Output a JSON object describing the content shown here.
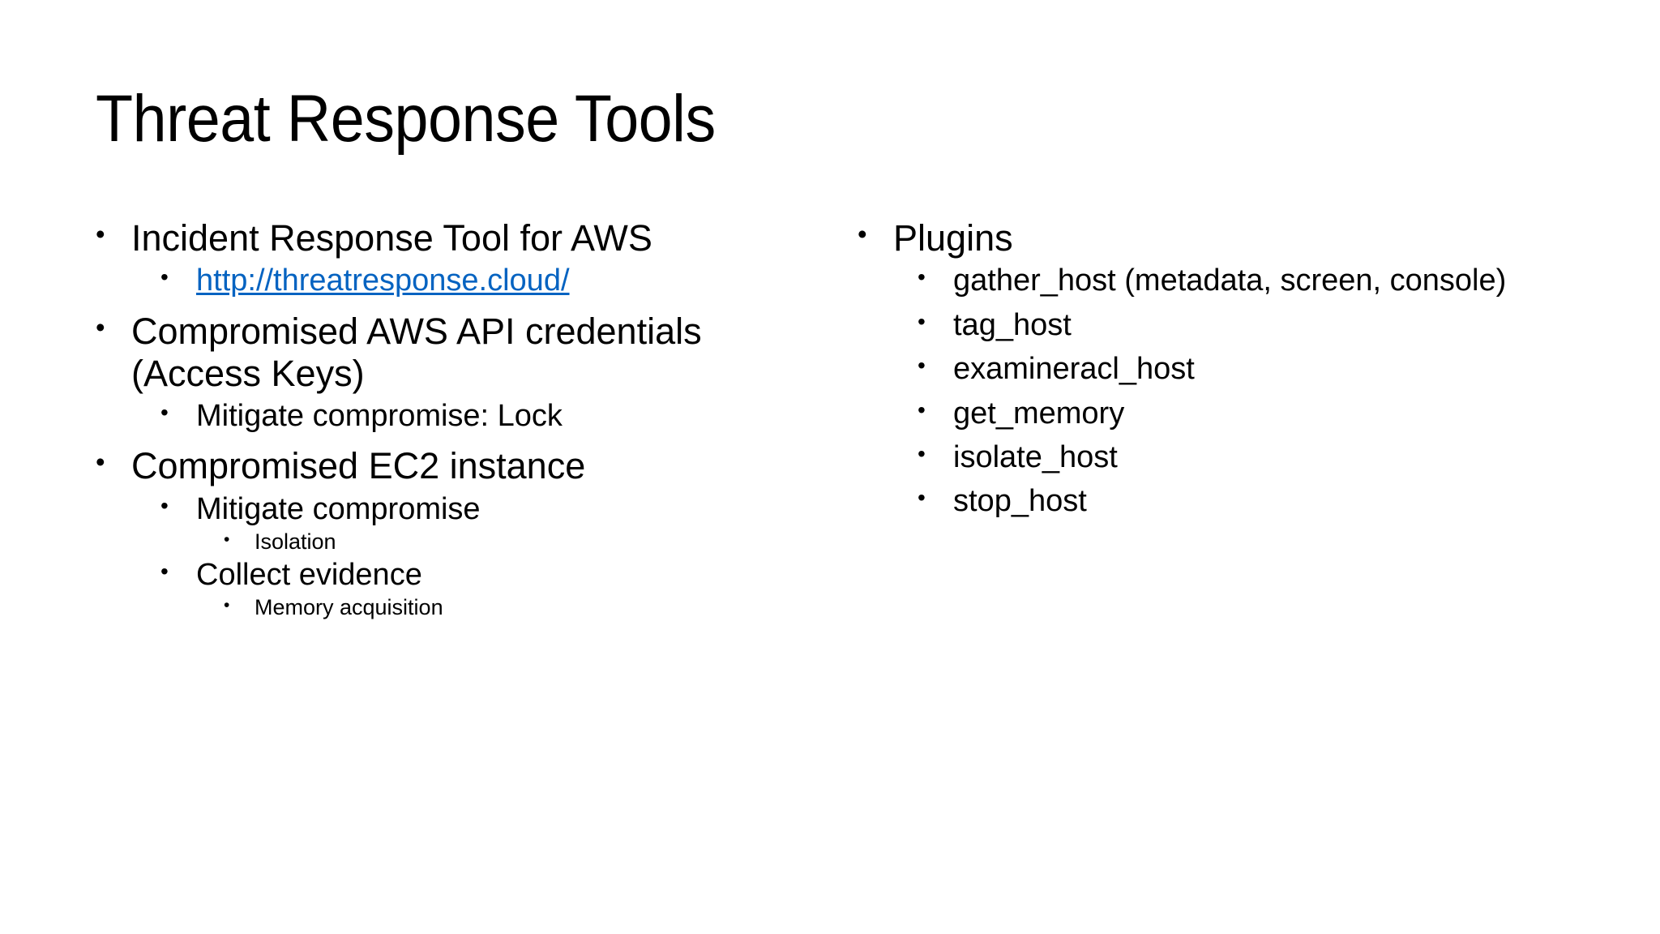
{
  "slide": {
    "title": "Threat Response Tools",
    "background_color": "#FFFFFF",
    "text_color": "#000000",
    "hyperlink_color": "#0563C1",
    "bullet_glyph": "•"
  },
  "left_column": {
    "items": [
      {
        "level1": "Incident Response Tool for AWS",
        "level2": [
          {
            "text": "http://threatresponse.cloud/",
            "is_link": true
          }
        ]
      },
      {
        "level1": "Compromised AWS API credentials (Access Keys)",
        "level2": [
          {
            "text": "Mitigate compromise: Lock",
            "is_link": false
          }
        ]
      },
      {
        "level1": "Compromised EC2 instance",
        "level2": [
          {
            "text": "Mitigate compromise",
            "is_link": false,
            "level3": [
              "Isolation"
            ]
          },
          {
            "text": "Collect evidence",
            "is_link": false,
            "level3": [
              "Memory acquisition"
            ]
          }
        ]
      }
    ]
  },
  "right_column": {
    "items": [
      {
        "level1": "Plugins",
        "level2": [
          {
            "text": "gather_host (metadata, screen, console)",
            "is_link": false
          },
          {
            "text": "tag_host",
            "is_link": false
          },
          {
            "text": "examineracl_host",
            "is_link": false
          },
          {
            "text": "get_memory",
            "is_link": false
          },
          {
            "text": "isolate_host",
            "is_link": false
          },
          {
            "text": "stop_host",
            "is_link": false
          }
        ]
      }
    ]
  }
}
